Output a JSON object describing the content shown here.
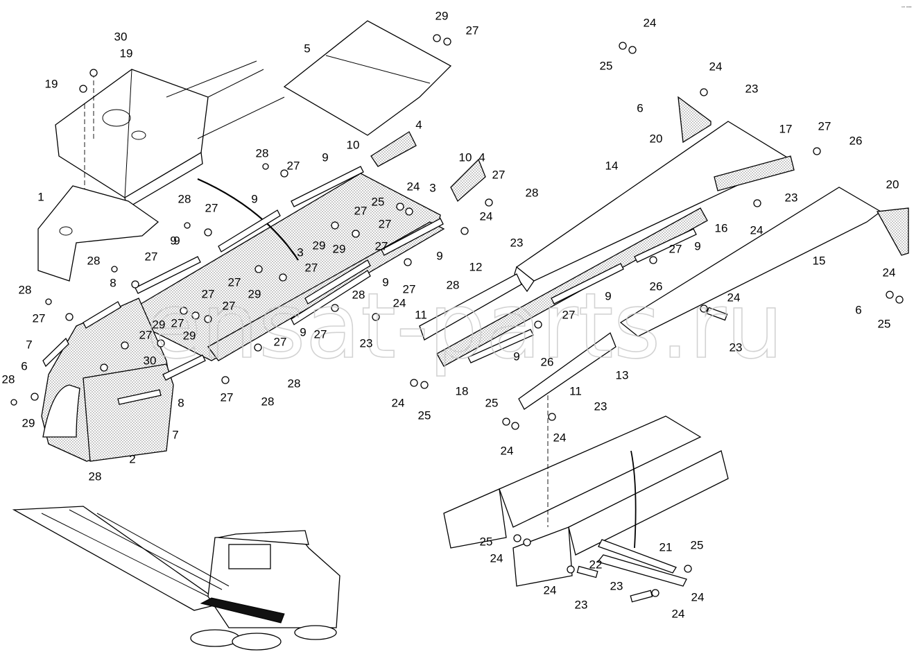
{
  "diagram": {
    "type": "exploded-parts-diagram",
    "watermark": "ensat-parts.ru",
    "corner_mark": "▫◦ ▫▫▫",
    "callouts": [
      {
        "id": "c1",
        "label": "1"
      },
      {
        "id": "c2",
        "label": "2"
      },
      {
        "id": "c3a",
        "label": "3"
      },
      {
        "id": "c3b",
        "label": "3"
      },
      {
        "id": "c4a",
        "label": "4"
      },
      {
        "id": "c4b",
        "label": "4"
      },
      {
        "id": "c5",
        "label": "5"
      },
      {
        "id": "c6a",
        "label": "6"
      },
      {
        "id": "c6b",
        "label": "6"
      },
      {
        "id": "c6c",
        "label": "6"
      },
      {
        "id": "c7a",
        "label": "7"
      },
      {
        "id": "c7b",
        "label": "7"
      },
      {
        "id": "c8a",
        "label": "8"
      },
      {
        "id": "c8b",
        "label": "8"
      },
      {
        "id": "c9a",
        "label": "9"
      },
      {
        "id": "c9b",
        "label": "9"
      },
      {
        "id": "c9c",
        "label": "9"
      },
      {
        "id": "c9d",
        "label": "9"
      },
      {
        "id": "c9e",
        "label": "9"
      },
      {
        "id": "c9f",
        "label": "9"
      },
      {
        "id": "c9g",
        "label": "9"
      },
      {
        "id": "c9h",
        "label": "9"
      },
      {
        "id": "c9i",
        "label": "9"
      },
      {
        "id": "c9j",
        "label": "9"
      },
      {
        "id": "c10a",
        "label": "10"
      },
      {
        "id": "c10b",
        "label": "10"
      },
      {
        "id": "c11a",
        "label": "11"
      },
      {
        "id": "c11b",
        "label": "11"
      },
      {
        "id": "c12",
        "label": "12"
      },
      {
        "id": "c13",
        "label": "13"
      },
      {
        "id": "c14",
        "label": "14"
      },
      {
        "id": "c15",
        "label": "15"
      },
      {
        "id": "c16",
        "label": "16"
      },
      {
        "id": "c17",
        "label": "17"
      },
      {
        "id": "c18",
        "label": "18"
      },
      {
        "id": "c19a",
        "label": "19"
      },
      {
        "id": "c19b",
        "label": "19"
      },
      {
        "id": "c20a",
        "label": "20"
      },
      {
        "id": "c20b",
        "label": "20"
      },
      {
        "id": "c21",
        "label": "21"
      },
      {
        "id": "c22",
        "label": "22"
      },
      {
        "id": "c23a",
        "label": "23"
      },
      {
        "id": "c23b",
        "label": "23"
      },
      {
        "id": "c23c",
        "label": "23"
      },
      {
        "id": "c23d",
        "label": "23"
      },
      {
        "id": "c23e",
        "label": "23"
      },
      {
        "id": "c23f",
        "label": "23"
      },
      {
        "id": "c23g",
        "label": "23"
      },
      {
        "id": "c23h",
        "label": "23"
      },
      {
        "id": "c24a",
        "label": "24"
      },
      {
        "id": "c24b",
        "label": "24"
      },
      {
        "id": "c24c",
        "label": "24"
      },
      {
        "id": "c24d",
        "label": "24"
      },
      {
        "id": "c24e",
        "label": "24"
      },
      {
        "id": "c24f",
        "label": "24"
      },
      {
        "id": "c24g",
        "label": "24"
      },
      {
        "id": "c24h",
        "label": "24"
      },
      {
        "id": "c24i",
        "label": "24"
      },
      {
        "id": "c24j",
        "label": "24"
      },
      {
        "id": "c24k",
        "label": "24"
      },
      {
        "id": "c24l",
        "label": "24"
      },
      {
        "id": "c24m",
        "label": "24"
      },
      {
        "id": "c24n",
        "label": "24"
      },
      {
        "id": "c24o",
        "label": "24"
      },
      {
        "id": "c25a",
        "label": "25"
      },
      {
        "id": "c25b",
        "label": "25"
      },
      {
        "id": "c25c",
        "label": "25"
      },
      {
        "id": "c25d",
        "label": "25"
      },
      {
        "id": "c25e",
        "label": "25"
      },
      {
        "id": "c25f",
        "label": "25"
      },
      {
        "id": "c25g",
        "label": "25"
      },
      {
        "id": "c26a",
        "label": "26"
      },
      {
        "id": "c26b",
        "label": "26"
      },
      {
        "id": "c26c",
        "label": "26"
      },
      {
        "id": "c27a",
        "label": "27"
      },
      {
        "id": "c27b",
        "label": "27"
      },
      {
        "id": "c27c",
        "label": "27"
      },
      {
        "id": "c27d",
        "label": "27"
      },
      {
        "id": "c27e",
        "label": "27"
      },
      {
        "id": "c27f",
        "label": "27"
      },
      {
        "id": "c27g",
        "label": "27"
      },
      {
        "id": "c27h",
        "label": "27"
      },
      {
        "id": "c27i",
        "label": "27"
      },
      {
        "id": "c27j",
        "label": "27"
      },
      {
        "id": "c27k",
        "label": "27"
      },
      {
        "id": "c27l",
        "label": "27"
      },
      {
        "id": "c27m",
        "label": "27"
      },
      {
        "id": "c27n",
        "label": "27"
      },
      {
        "id": "c27o",
        "label": "27"
      },
      {
        "id": "c27p",
        "label": "27"
      },
      {
        "id": "c27q",
        "label": "27"
      },
      {
        "id": "c27r",
        "label": "27"
      },
      {
        "id": "c27s",
        "label": "27"
      },
      {
        "id": "c27t",
        "label": "27"
      },
      {
        "id": "c27u",
        "label": "27"
      },
      {
        "id": "c27v",
        "label": "27"
      },
      {
        "id": "c28a",
        "label": "28"
      },
      {
        "id": "c28b",
        "label": "28"
      },
      {
        "id": "c28c",
        "label": "28"
      },
      {
        "id": "c28d",
        "label": "28"
      },
      {
        "id": "c28e",
        "label": "28"
      },
      {
        "id": "c28f",
        "label": "28"
      },
      {
        "id": "c28g",
        "label": "28"
      },
      {
        "id": "c28h",
        "label": "28"
      },
      {
        "id": "c28i",
        "label": "28"
      },
      {
        "id": "c28j",
        "label": "28"
      },
      {
        "id": "c28k",
        "label": "28"
      },
      {
        "id": "c29a",
        "label": "29"
      },
      {
        "id": "c29b",
        "label": "29"
      },
      {
        "id": "c29c",
        "label": "29"
      },
      {
        "id": "c29d",
        "label": "29"
      },
      {
        "id": "c29e",
        "label": "29"
      },
      {
        "id": "c29f",
        "label": "29"
      },
      {
        "id": "c29g",
        "label": "29"
      },
      {
        "id": "c30a",
        "label": "30"
      },
      {
        "id": "c30b",
        "label": "30"
      }
    ]
  }
}
